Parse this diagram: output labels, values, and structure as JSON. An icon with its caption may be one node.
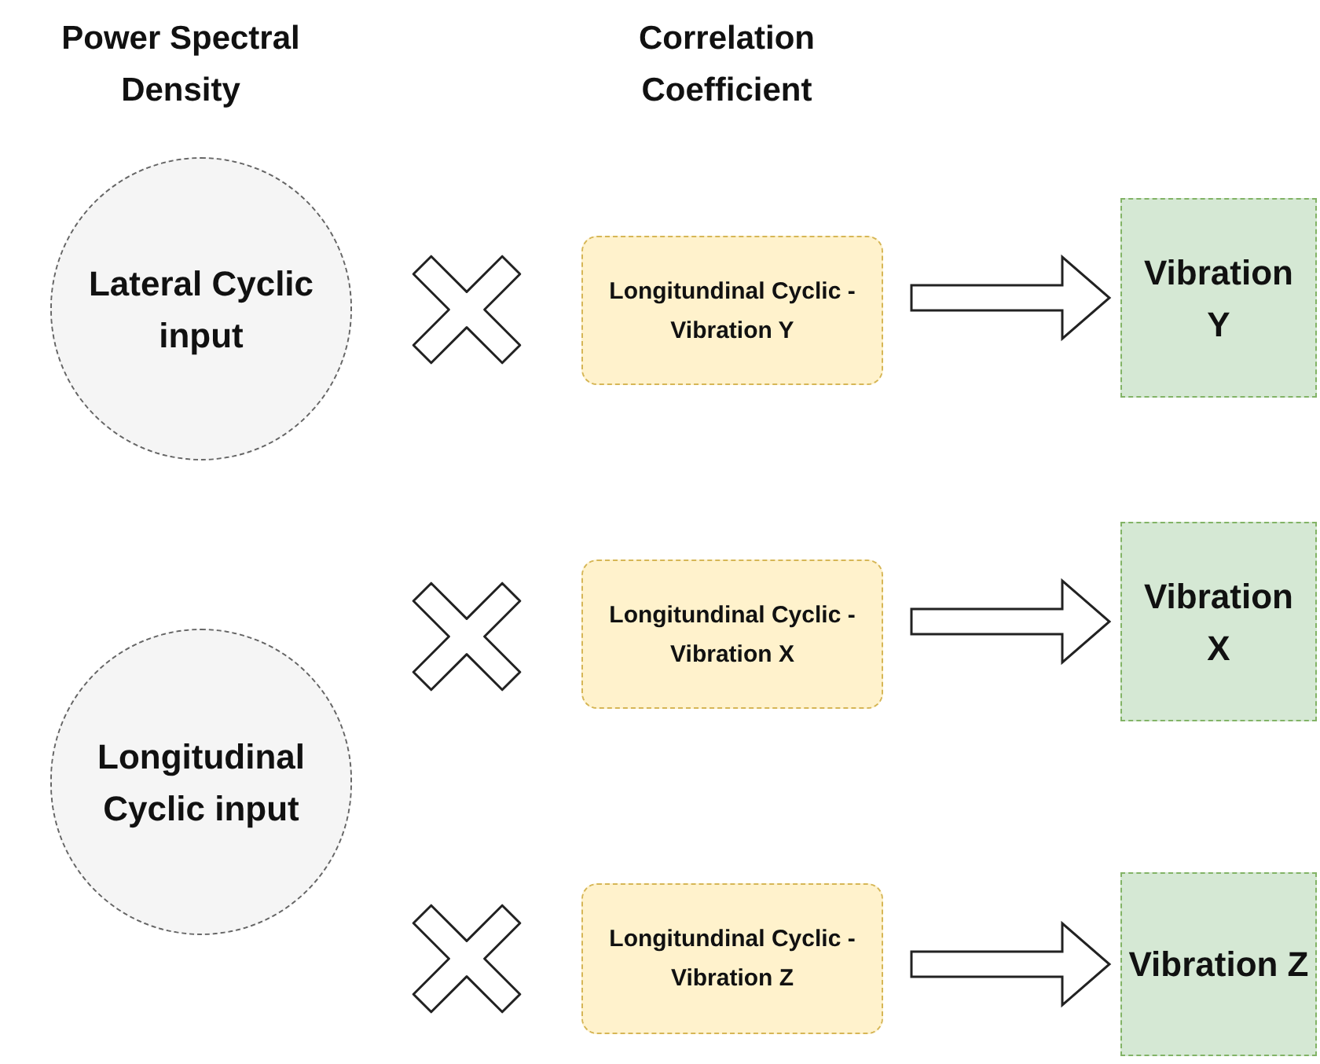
{
  "diagram": {
    "nodes": [
      {
        "text": [
          "Lateral Cyclic input"
        ]
      },
      {
        "text": [
          "Longitudinal Cyclic input"
        ]
      },
      {
        "text": [
          "Longitundinal Cyclic - Vibration Y"
        ]
      },
      {
        "text": [
          "Longitundinal Cyclic - Vibration X"
        ]
      },
      {
        "text": [
          "Longitundinal Cyclic - Vibration Z"
        ]
      },
      {
        "text": [
          "Vibration Y"
        ]
      },
      {
        "text": [
          "Vibration X"
        ]
      },
      {
        "text": [
          "Vibration Z"
        ]
      }
    ],
    "edges": [
      {
        "from": 2,
        "to": 5,
        "arrow": "to"
      },
      {
        "from": 3,
        "to": 6,
        "arrow": "to"
      },
      {
        "from": 4,
        "to": 7,
        "arrow": "to"
      }
    ],
    "labels": [
      "Power Spectral Density",
      "Correlation Coefficient"
    ]
  }
}
